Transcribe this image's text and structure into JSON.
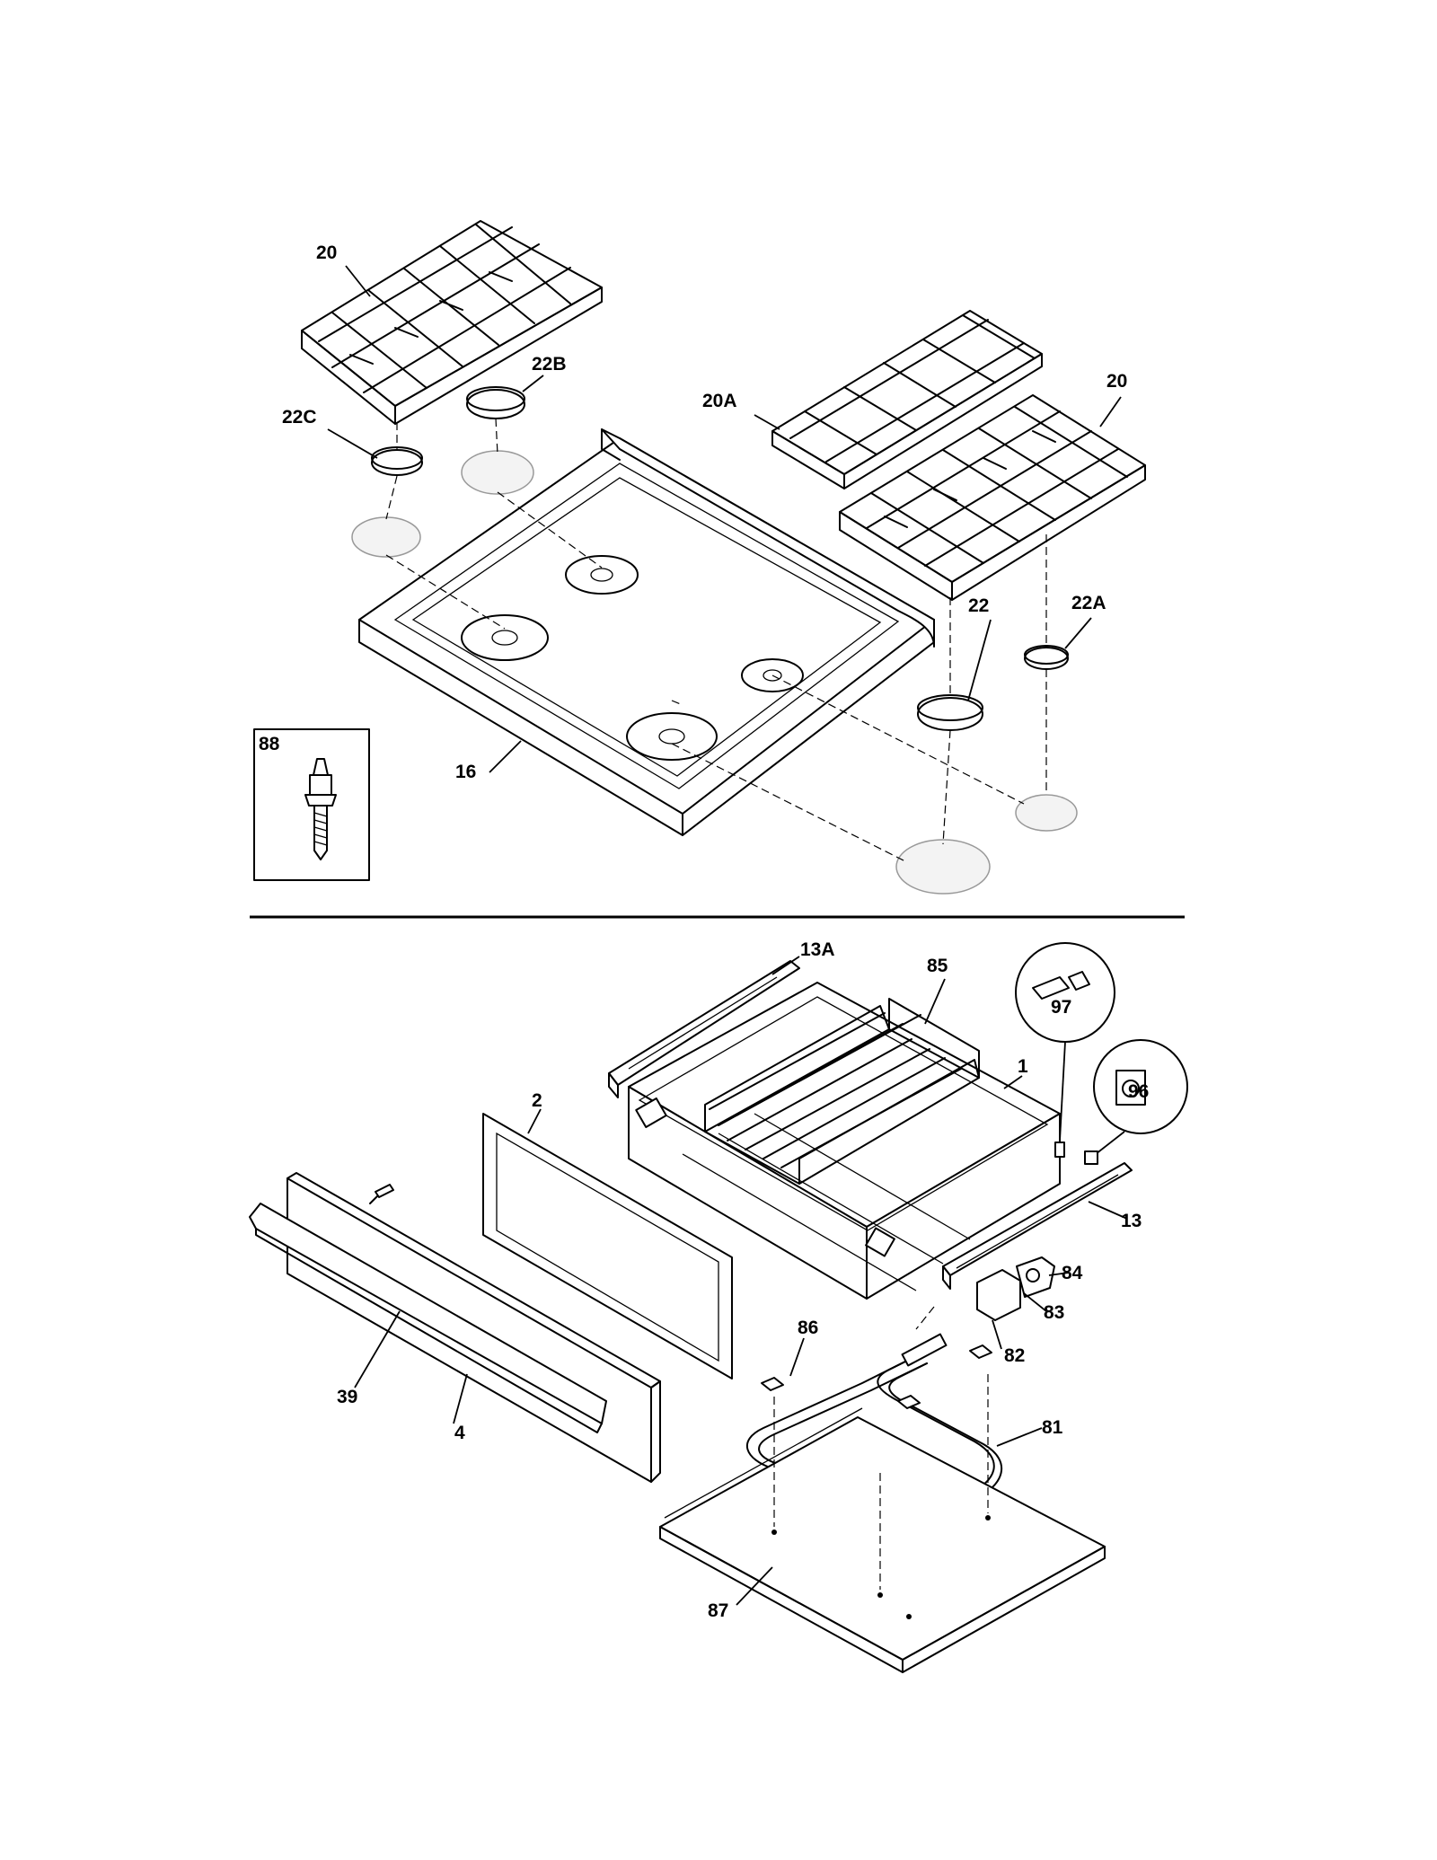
{
  "diagram": {
    "upper_section": {
      "labels": {
        "grate_left": "20",
        "grate_right": "20",
        "grate_middle": "20A",
        "cap_22": "22",
        "cap_22a": "22A",
        "cap_22b": "22B",
        "cap_22c": "22C",
        "cooktop": "16",
        "screw_inset": "88"
      }
    },
    "lower_section": {
      "labels": {
        "drawer_body": "1",
        "drawer_liner": "2",
        "drawer_front": "4",
        "handle": "39",
        "slide_right": "13",
        "slide_left": "13A",
        "rack": "85",
        "screw_97": "97",
        "clip_96": "96",
        "bracket_84": "84",
        "bracket_83": "83",
        "bracket_82": "82",
        "element_81": "81",
        "clip_86": "86",
        "bottom_87": "87"
      }
    }
  }
}
